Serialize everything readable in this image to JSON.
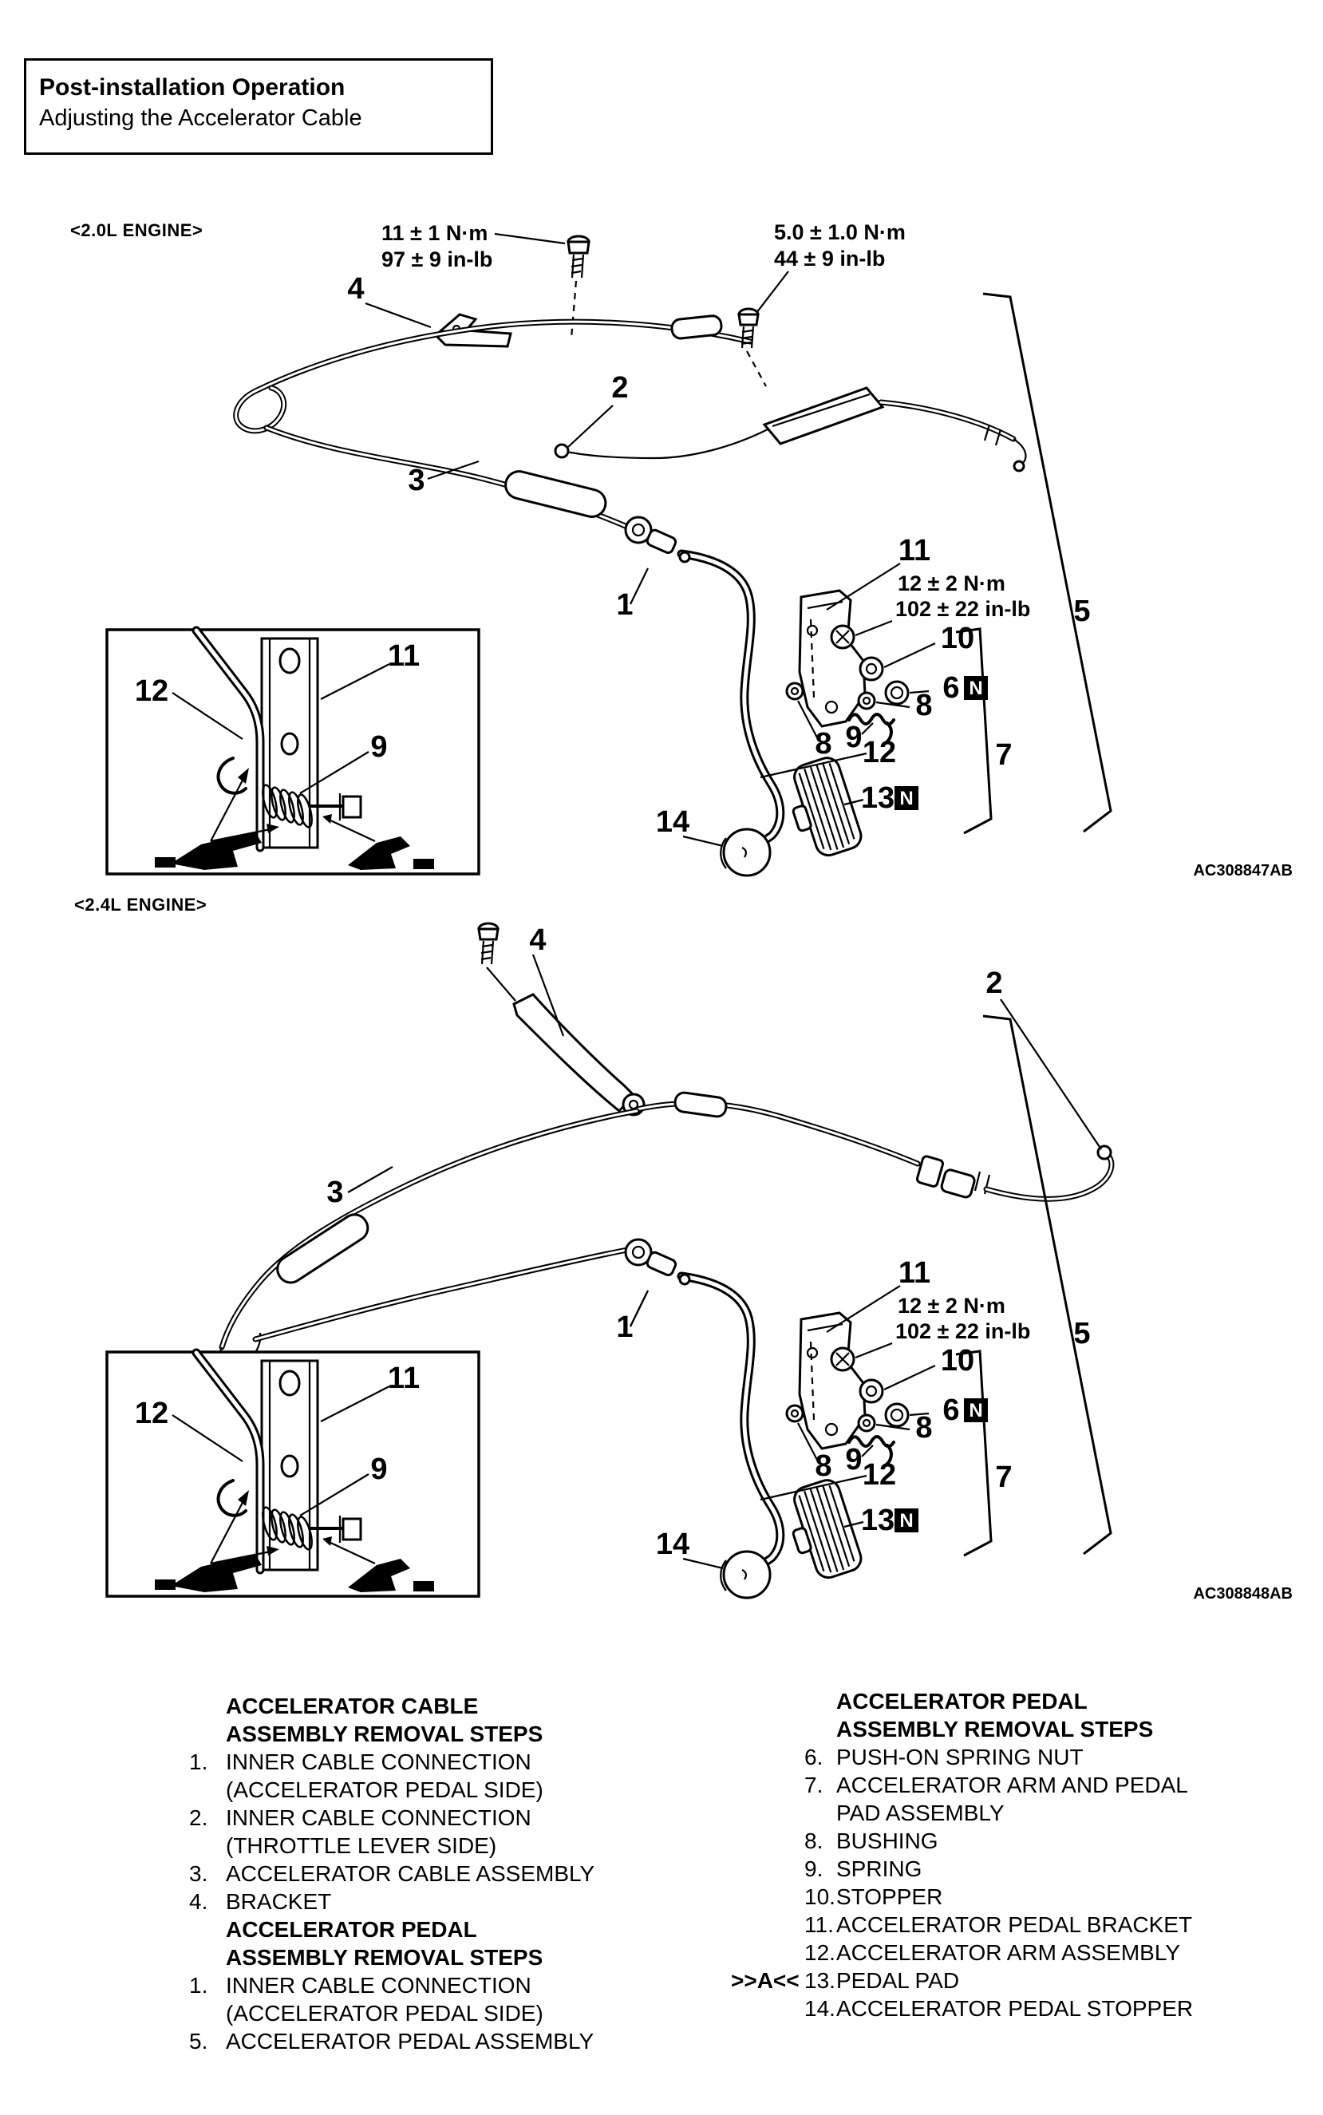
{
  "header": {
    "title": "Post-installation Operation",
    "subtitle": "Adjusting the Accelerator Cable"
  },
  "figure1": {
    "engine_label": "<2.0L ENGINE>",
    "code": "AC308847AB",
    "torque_bracket": [
      "11 ± 1 N·m",
      "97 ± 9 in-lb"
    ],
    "torque_throttle": [
      "5.0 ± 1.0 N·m",
      "44 ± 9 in-lb"
    ],
    "torque_pedal": [
      "12 ± 2 N·m",
      "102 ± 22 in-lb"
    ],
    "callouts": {
      "n1": "1",
      "n2": "2",
      "n3": "3",
      "n4": "4",
      "n5": "5",
      "n6": "6",
      "n7": "7",
      "n8a": "8",
      "n8b": "8",
      "n9": "9",
      "n10": "10",
      "n11": "11",
      "n12": "12",
      "n13": "13",
      "n14": "14"
    },
    "inset": {
      "n11": "11",
      "n12": "12",
      "n9": "9"
    },
    "non_reusable": {
      "n6": "N",
      "n13": "N"
    }
  },
  "figure2": {
    "engine_label": "<2.4L ENGINE>",
    "code": "AC308848AB",
    "torque_pedal": [
      "12 ± 2 N·m",
      "102 ± 22 in-lb"
    ],
    "callouts": {
      "n1": "1",
      "n2": "2",
      "n3": "3",
      "n4": "4",
      "n5": "5",
      "n6": "6",
      "n7": "7",
      "n8a": "8",
      "n8b": "8",
      "n9": "9",
      "n10": "10",
      "n11": "11",
      "n12": "12",
      "n13": "13",
      "n14": "14"
    },
    "inset": {
      "n11": "11",
      "n12": "12",
      "n9": "9"
    },
    "non_reusable": {
      "n6": "N",
      "n13": "N"
    }
  },
  "legend": {
    "left": {
      "heading1": [
        "ACCELERATOR CABLE",
        "ASSEMBLY REMOVAL STEPS"
      ],
      "items1": [
        {
          "num": "1.",
          "line1": "INNER CABLE CONNECTION",
          "line2": "(ACCELERATOR PEDAL SIDE)"
        },
        {
          "num": "2.",
          "line1": "INNER CABLE CONNECTION",
          "line2": "(THROTTLE LEVER SIDE)"
        },
        {
          "num": "3.",
          "line1": "ACCELERATOR CABLE ASSEMBLY"
        },
        {
          "num": "4.",
          "line1": "BRACKET"
        }
      ],
      "heading2": [
        "ACCELERATOR PEDAL",
        "ASSEMBLY REMOVAL STEPS"
      ],
      "items2": [
        {
          "num": "1.",
          "line1": "INNER CABLE CONNECTION",
          "line2": "(ACCELERATOR PEDAL SIDE)"
        },
        {
          "num": "5.",
          "line1": "ACCELERATOR PEDAL ASSEMBLY"
        }
      ]
    },
    "right": {
      "heading": [
        "ACCELERATOR PEDAL",
        "ASSEMBLY REMOVAL STEPS"
      ],
      "items": [
        {
          "num": "6.",
          "line1": "PUSH-ON SPRING NUT"
        },
        {
          "num": "7.",
          "line1": "ACCELERATOR ARM AND PEDAL",
          "line2": "PAD ASSEMBLY"
        },
        {
          "num": "8.",
          "line1": "BUSHING"
        },
        {
          "num": "9.",
          "line1": "SPRING"
        },
        {
          "num": "10.",
          "line1": "STOPPER"
        },
        {
          "num": "11.",
          "line1": "ACCELERATOR PEDAL BRACKET"
        },
        {
          "num": "12.",
          "line1": "ACCELERATOR ARM ASSEMBLY"
        },
        {
          "num": "13.",
          "prefix": ">>A<<",
          "line1": "PEDAL PAD"
        },
        {
          "num": "14.",
          "line1": "ACCELERATOR PEDAL STOPPER"
        }
      ]
    }
  }
}
